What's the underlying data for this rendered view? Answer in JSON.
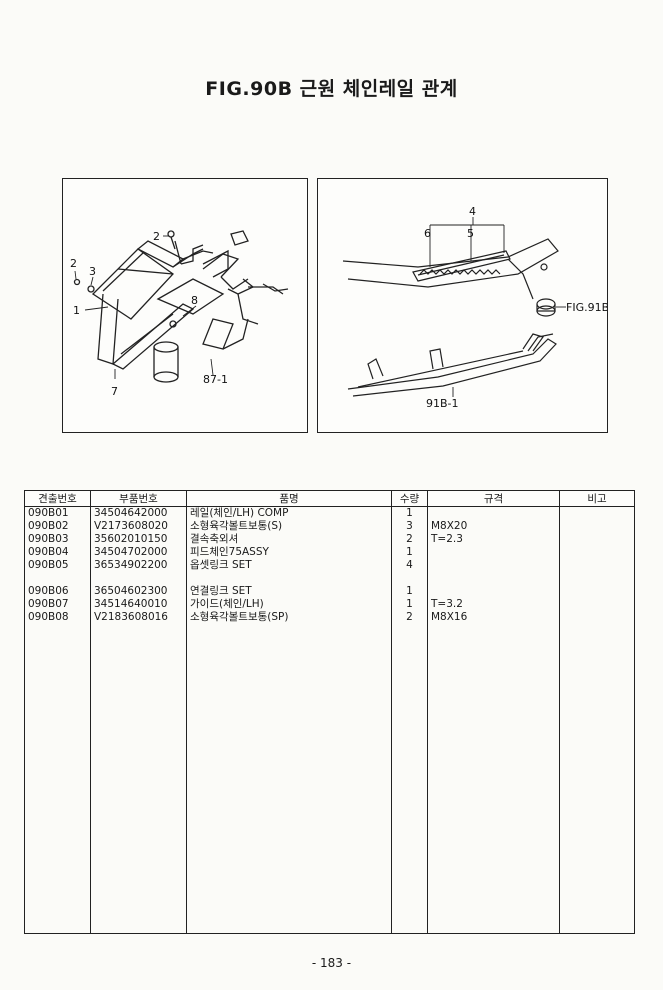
{
  "title": "FIG.90B 근원 체인레일 관계",
  "figure_left": {
    "labels": [
      "2",
      "2",
      "3",
      "1",
      "7",
      "8",
      "87-1"
    ]
  },
  "figure_right": {
    "labels": [
      "4",
      "6",
      "5",
      "FIG.91B",
      "91B-1"
    ]
  },
  "table": {
    "headers": [
      "견출번호",
      "부품번호",
      "품명",
      "수량",
      "규격",
      "비고"
    ],
    "rows": [
      {
        "ref": "090B01",
        "part": "34504642000",
        "name": "레일(체인/LH) COMP",
        "qty": "1",
        "spec": "",
        "note": ""
      },
      {
        "ref": "090B02",
        "part": "V2173608020",
        "name": "소형육각볼트보통(S)",
        "qty": "3",
        "spec": "M8X20",
        "note": ""
      },
      {
        "ref": "090B03",
        "part": "35602010150",
        "name": "결속축외셔",
        "qty": "2",
        "spec": "T=2.3",
        "note": ""
      },
      {
        "ref": "090B04",
        "part": "34504702000",
        "name": "피드체인75ASSY",
        "qty": "1",
        "spec": "",
        "note": ""
      },
      {
        "ref": "090B05",
        "part": "36534902200",
        "name": "옵셋링크 SET",
        "qty": "4",
        "spec": "",
        "note": ""
      },
      {
        "ref": "",
        "part": "",
        "name": "",
        "qty": "",
        "spec": "",
        "note": ""
      },
      {
        "ref": "090B06",
        "part": "36504602300",
        "name": "연결링크 SET",
        "qty": "1",
        "spec": "",
        "note": ""
      },
      {
        "ref": "090B07",
        "part": "34514640010",
        "name": "가이드(체인/LH)",
        "qty": "1",
        "spec": "T=3.2",
        "note": ""
      },
      {
        "ref": "090B08",
        "part": "V2183608016",
        "name": "소형육각볼트보통(SP)",
        "qty": "2",
        "spec": "M8X16",
        "note": ""
      }
    ]
  },
  "footer": {
    "page_number": "- 183 -"
  }
}
